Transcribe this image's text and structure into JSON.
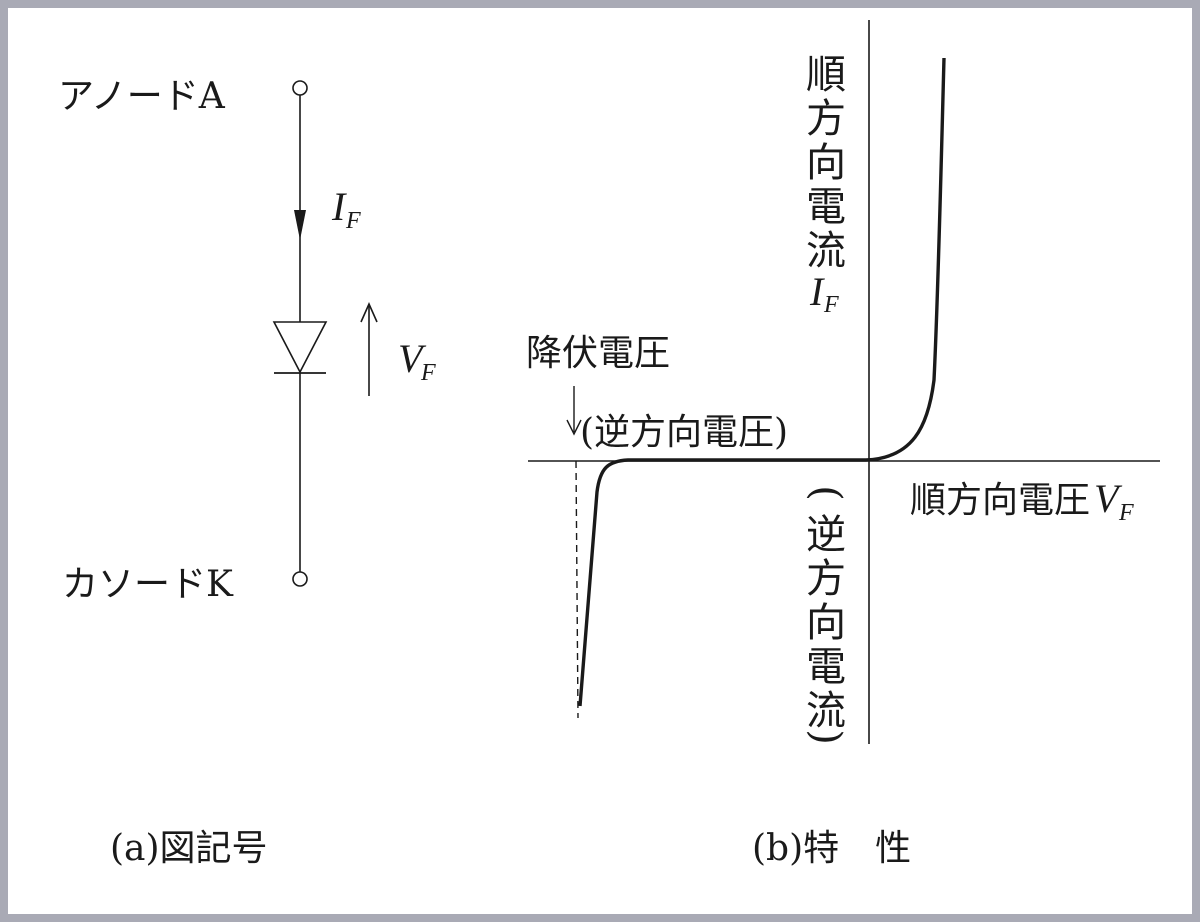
{
  "symbol": {
    "anode_label": "アノードA",
    "cathode_label": "カソードK",
    "current_symbol": "I",
    "current_subscript": "F",
    "voltage_symbol": "V",
    "voltage_subscript": "F",
    "caption": "(a)図記号"
  },
  "characteristic": {
    "forward_current_label_chars": [
      "順",
      "方",
      "向",
      "電",
      "流"
    ],
    "forward_current_symbol": "I",
    "forward_current_subscript": "F",
    "forward_voltage_label": "順方向電圧",
    "forward_voltage_symbol": "V",
    "forward_voltage_subscript": "F",
    "breakdown_voltage_label": "降伏電圧",
    "reverse_voltage_label": "(逆方向電圧)",
    "reverse_current_label_chars": [
      "逆",
      "方",
      "向",
      "電",
      "流"
    ],
    "caption": "(b)特　性"
  },
  "colors": {
    "frame": "#a9aab5",
    "ink": "#1a1a1a"
  }
}
